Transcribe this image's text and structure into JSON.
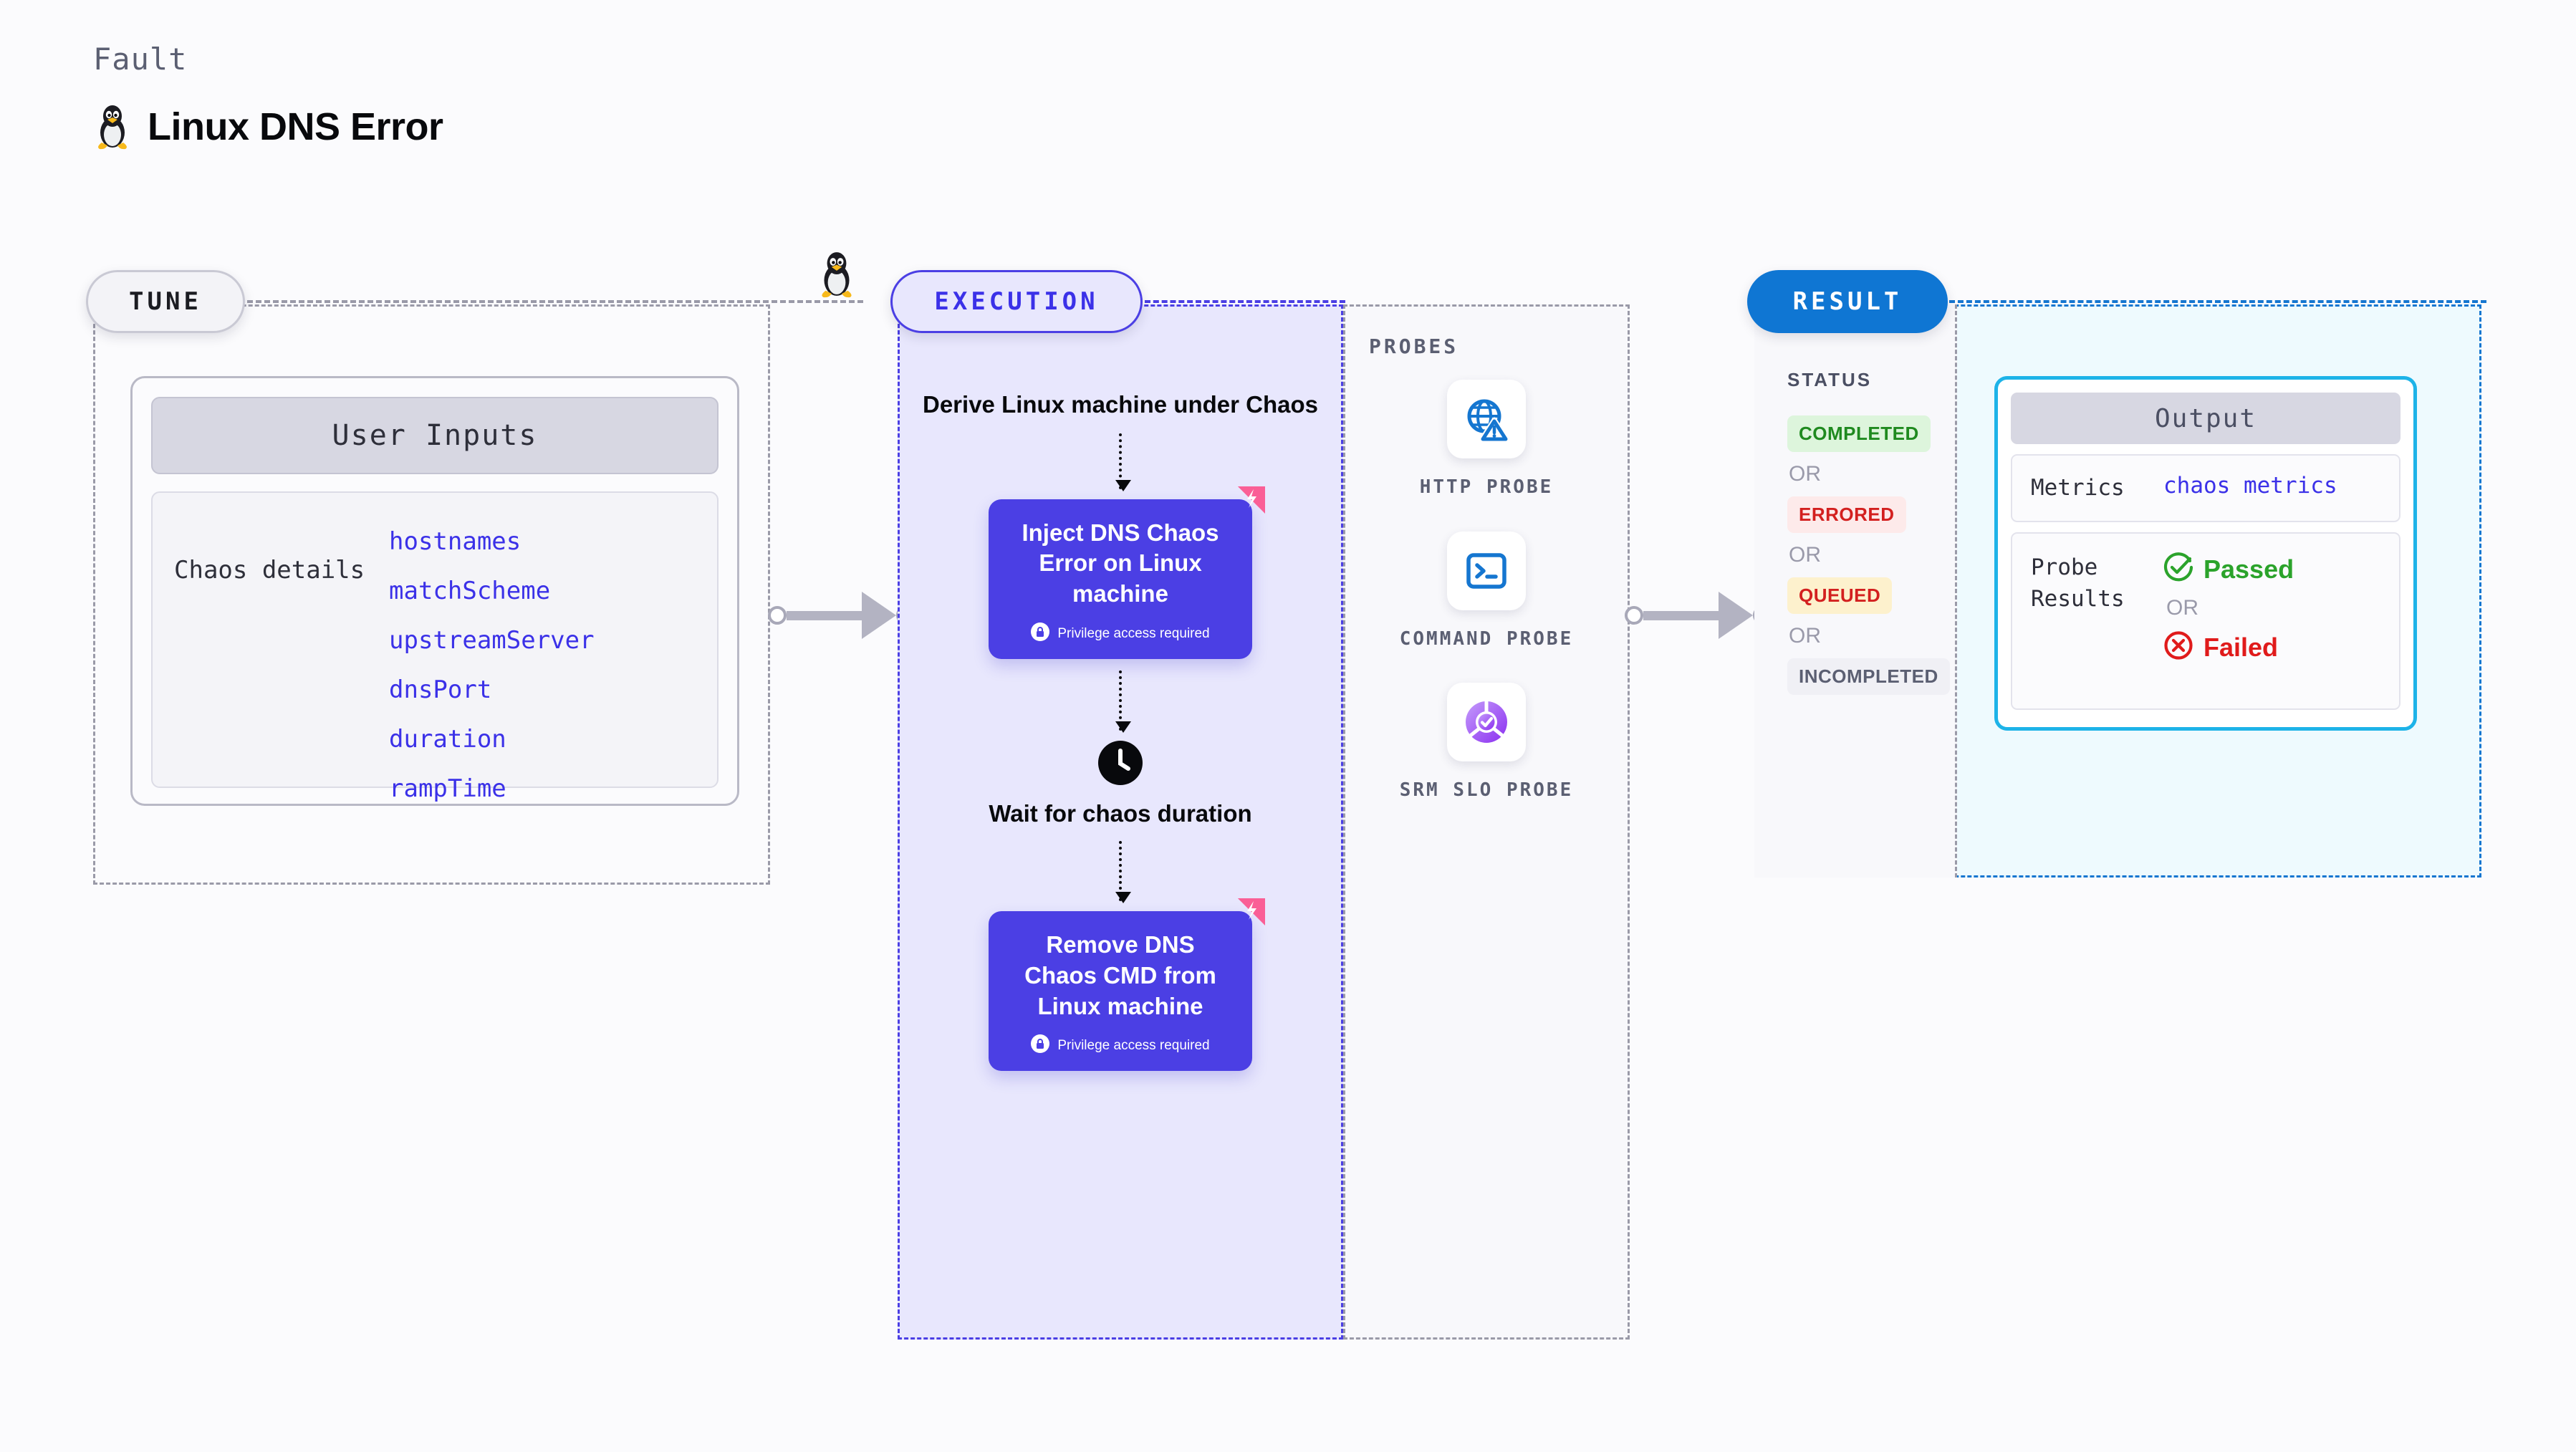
{
  "header": {
    "kicker": "Fault",
    "title": "Linux DNS Error",
    "icon": "linux-tux-icon"
  },
  "tune": {
    "pill_label": "TUNE",
    "marker_icon": "linux-tux-icon",
    "card": {
      "header": "User Inputs",
      "group_label": "Chaos details",
      "params": [
        "hostnames",
        "matchScheme",
        "upstreamServer",
        "dnsPort",
        "duration",
        "rampTime"
      ]
    }
  },
  "execution": {
    "pill_label": "EXECUTION",
    "steps": [
      {
        "type": "caption",
        "text": "Derive Linux machine under Chaos"
      },
      {
        "type": "node",
        "title": "Inject DNS Chaos Error on Linux machine",
        "privilege": "Privilege access required",
        "badge_icon": "litmus-chaos-badge-icon",
        "lock_icon": "lock-icon"
      },
      {
        "type": "wait",
        "icon": "clock-icon",
        "text": "Wait for chaos duration"
      },
      {
        "type": "node",
        "title": "Remove DNS Chaos CMD from Linux machine",
        "privilege": "Privilege access required",
        "badge_icon": "litmus-chaos-badge-icon",
        "lock_icon": "lock-icon"
      }
    ]
  },
  "probes": {
    "label": "PROBES",
    "items": [
      {
        "name": "HTTP PROBE",
        "icon": "globe-warning-icon"
      },
      {
        "name": "COMMAND PROBE",
        "icon": "terminal-icon"
      },
      {
        "name": "SRM SLO PROBE",
        "icon": "slo-donut-check-icon"
      }
    ]
  },
  "result": {
    "pill_label": "RESULT",
    "status_label": "STATUS",
    "or_label": "OR",
    "statuses": [
      {
        "label": "COMPLETED",
        "bg": "#ddf5dc",
        "fg": "#1f8a1f"
      },
      {
        "label": "ERRORED",
        "bg": "#fdeaea",
        "fg": "#d3201f"
      },
      {
        "label": "QUEUED",
        "bg": "#fdf1cd",
        "fg": "#d3201f"
      },
      {
        "label": "INCOMPLETED",
        "bg": "#f0f0f5",
        "fg": "#5b5f72"
      }
    ],
    "output": {
      "header": "Output",
      "metrics_label": "Metrics",
      "metrics_value": "chaos metrics",
      "probe_results_label": "Probe Results",
      "passed_label": "Passed",
      "failed_label": "Failed",
      "or_label": "OR",
      "passed_icon": "check-circle-icon",
      "failed_icon": "x-circle-icon"
    }
  },
  "colors": {
    "indigo": "#4b3fe4",
    "blue": "#1576d0",
    "cyan": "#1db3e8",
    "pink": "#fa5f96",
    "green": "#2ba32b",
    "red": "#e01b1b"
  }
}
